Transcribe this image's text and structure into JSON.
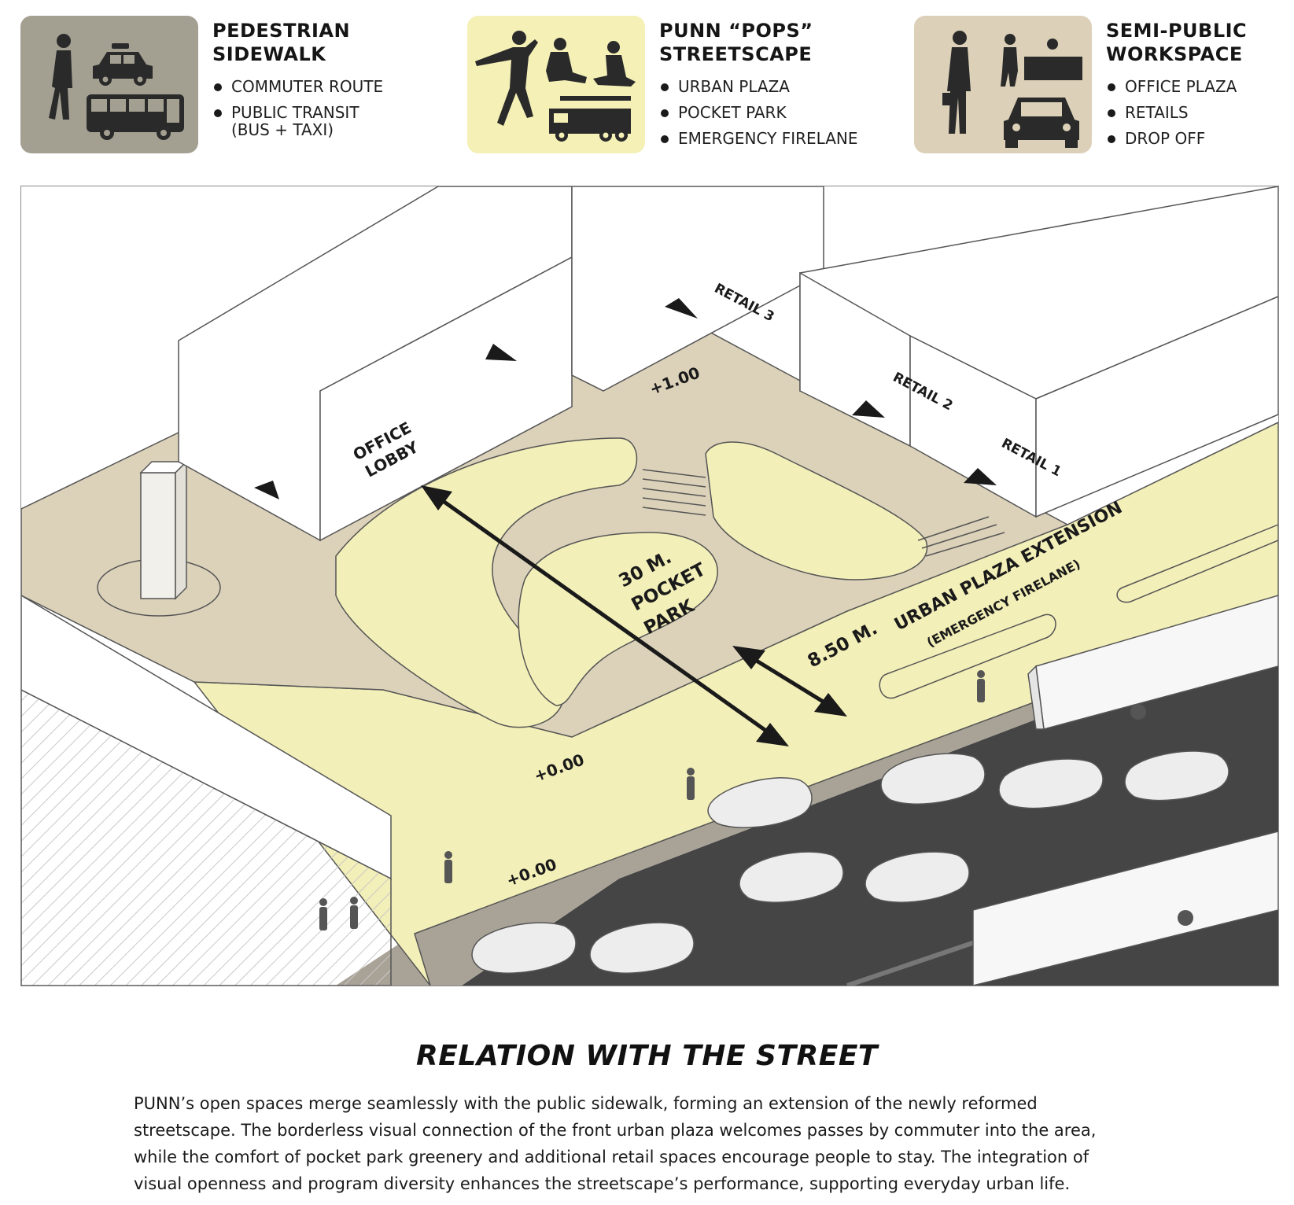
{
  "legend": [
    {
      "title_lines": [
        "PEDESTRIAN",
        "SIDEWALK"
      ],
      "bullets": [
        {
          "text": "COMMUTER ROUTE",
          "sub": ""
        },
        {
          "text": "PUBLIC TRANSIT",
          "sub": "(BUS + TAXI)"
        }
      ],
      "tile_color": "#a39f91",
      "icons": [
        "pedestrian-icon",
        "taxi-icon",
        "bus-icon"
      ]
    },
    {
      "title_lines": [
        "PUNN “POPS”",
        "STREETSCAPE"
      ],
      "bullets": [
        {
          "text": "URBAN PLAZA",
          "sub": ""
        },
        {
          "text": "POCKET PARK",
          "sub": ""
        },
        {
          "text": "EMERGENCY FIRELANE",
          "sub": ""
        }
      ],
      "tile_color": "#f4f0b6",
      "icons": [
        "dancing-person-icon",
        "sitting-people-icon",
        "fire-truck-icon"
      ]
    },
    {
      "title_lines": [
        "SEMI-PUBLIC",
        "WORKSPACE"
      ],
      "bullets": [
        {
          "text": "OFFICE PLAZA",
          "sub": ""
        },
        {
          "text": "RETAILS",
          "sub": ""
        },
        {
          "text": "DROP OFF",
          "sub": ""
        }
      ],
      "tile_color": "#dcd1b8",
      "icons": [
        "office-worker-icon",
        "retail-counter-icon",
        "car-front-icon"
      ]
    }
  ],
  "diagram": {
    "labels": {
      "office_lobby": [
        "OFFICE",
        "LOBBY"
      ],
      "retail_3": "RETAIL 3",
      "retail_2": "RETAIL 2",
      "retail_1": "RETAIL 1",
      "level_upper": "+1.00",
      "level_plaza": "+0.00",
      "level_sidewalk": "+0.00",
      "pocket_park_dim": [
        "30 M.",
        "POCKET",
        "PARK"
      ],
      "extension_dim": "8.50 M.",
      "extension_title": "URBAN PLAZA EXTENSION",
      "extension_sub": "(EMERGENCY FIRELANE)"
    },
    "colors": {
      "plaza_yellow": "#f3efb8",
      "upper_plaza_beige": "#dcd2ba",
      "sidewalk_grey": "#a9a397",
      "road": "#454545",
      "building": "#ffffff",
      "outline": "#555555"
    }
  },
  "caption": {
    "title": "RELATION WITH THE STREET",
    "lines": [
      "PUNN’s open spaces merge seamlessly with the public sidewalk, forming an extension of the newly reformed",
      "streetscape. The borderless visual connection of the front urban plaza welcomes passes by commuter into the area,",
      "while the comfort of pocket park greenery and additional retail spaces encourage people to stay. The integration of",
      "visual openness and program diversity enhances the streetscape’s performance, supporting everyday urban life."
    ]
  }
}
